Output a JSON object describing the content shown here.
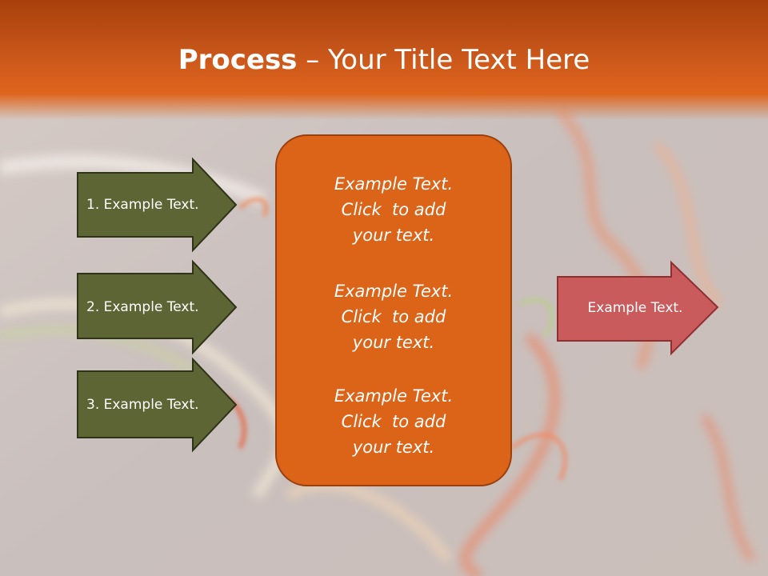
{
  "title": {
    "bold_part": "Process",
    "rest_part": " – Your Title Text Here"
  },
  "input_steps": [
    {
      "label": "1. Example Text."
    },
    {
      "label": "2. Example Text."
    },
    {
      "label": "3. Example Text."
    }
  ],
  "center_box": {
    "paragraphs": [
      {
        "lines": [
          "Example Text.",
          "Click  to add",
          "your text."
        ]
      },
      {
        "lines": [
          "Example Text.",
          "Click  to add",
          "your text."
        ]
      },
      {
        "lines": [
          "Example Text.",
          "Click  to add",
          "your text."
        ]
      }
    ]
  },
  "output": {
    "label": "Example Text."
  },
  "colors": {
    "title_bar": "#c8561a",
    "input_arrow_fill": "#5e6535",
    "input_arrow_stroke": "#2f3318",
    "center_box_fill": "#dc6418",
    "output_arrow_fill": "#c95b5c",
    "output_arrow_stroke": "#8e2f30"
  }
}
